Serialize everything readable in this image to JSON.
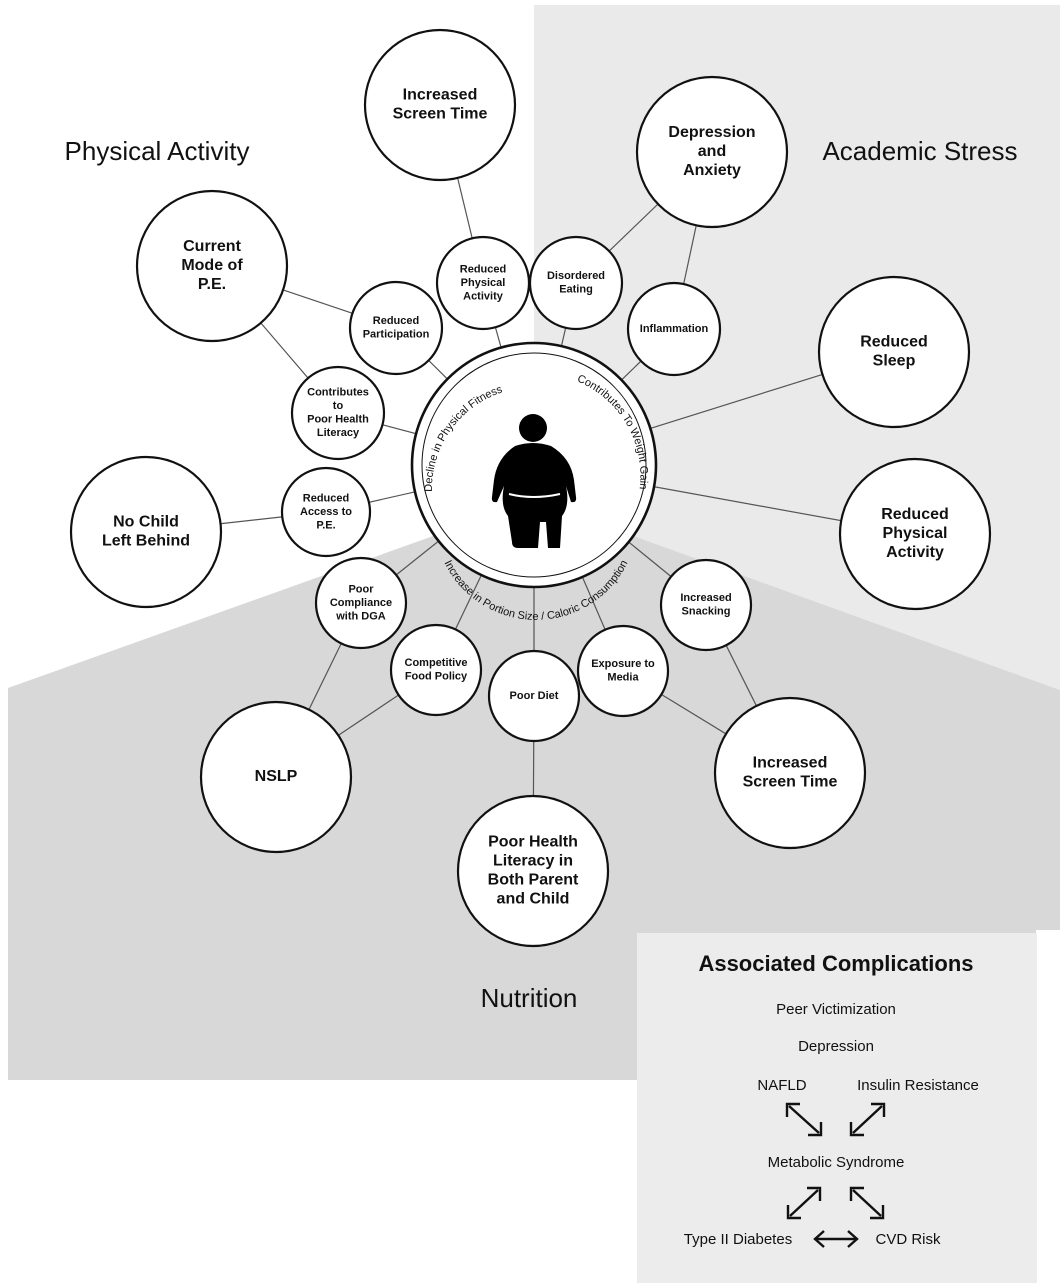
{
  "regions": {
    "physical_activity": "Physical Activity",
    "academic_stress": "Academic Stress",
    "nutrition": "Nutrition"
  },
  "center": {
    "icon": "obese-child-icon",
    "ring_top_left": "Decline in Physical Fitness",
    "ring_top_right": "Contributes To Weight Gain",
    "ring_bottom": "Increase in Portion Size / Caloric Consumption"
  },
  "nodes": [
    {
      "id": "current-mode-pe",
      "lines": [
        "Current",
        "Mode of",
        "P.E."
      ]
    },
    {
      "id": "increased-screen-time-top",
      "lines": [
        "Increased",
        "Screen Time"
      ]
    },
    {
      "id": "no-child-left-behind",
      "lines": [
        "No Child",
        "Left Behind"
      ]
    },
    {
      "id": "reduced-participation",
      "lines": [
        "Reduced",
        "Participation"
      ]
    },
    {
      "id": "reduced-physical-activity-small",
      "lines": [
        "Reduced",
        "Physical",
        "Activity"
      ]
    },
    {
      "id": "contributes-poor-health-literacy",
      "lines": [
        "Contributes",
        "to",
        "Poor Health",
        "Literacy"
      ]
    },
    {
      "id": "reduced-access-pe",
      "lines": [
        "Reduced",
        "Access to",
        "P.E."
      ]
    },
    {
      "id": "depression-anxiety",
      "lines": [
        "Depression",
        "and",
        "Anxiety"
      ]
    },
    {
      "id": "reduced-sleep",
      "lines": [
        "Reduced",
        "Sleep"
      ]
    },
    {
      "id": "reduced-physical-activity-big",
      "lines": [
        "Reduced",
        "Physical",
        "Activity"
      ]
    },
    {
      "id": "disordered-eating",
      "lines": [
        "Disordered",
        "Eating"
      ]
    },
    {
      "id": "inflammation",
      "lines": [
        "Inflammation"
      ]
    },
    {
      "id": "nslp",
      "lines": [
        "NSLP"
      ]
    },
    {
      "id": "poor-health-literacy-parent-child",
      "lines": [
        "Poor Health",
        "Literacy in",
        "Both Parent",
        "and Child"
      ]
    },
    {
      "id": "increased-screen-time-bottom",
      "lines": [
        "Increased",
        "Screen Time"
      ]
    },
    {
      "id": "poor-compliance-dga",
      "lines": [
        "Poor",
        "Compliance",
        "with DGA"
      ]
    },
    {
      "id": "competitive-food-policy",
      "lines": [
        "Competitive",
        "Food Policy"
      ]
    },
    {
      "id": "poor-diet",
      "lines": [
        "Poor Diet"
      ]
    },
    {
      "id": "exposure-to-media",
      "lines": [
        "Exposure to",
        "Media"
      ]
    },
    {
      "id": "increased-snacking",
      "lines": [
        "Increased",
        "Snacking"
      ]
    }
  ],
  "edges": [
    [
      "current-mode-pe",
      "reduced-participation"
    ],
    [
      "current-mode-pe",
      "contributes-poor-health-literacy"
    ],
    [
      "increased-screen-time-top",
      "reduced-physical-activity-small"
    ],
    [
      "no-child-left-behind",
      "reduced-access-pe"
    ],
    [
      "reduced-participation",
      "center"
    ],
    [
      "reduced-physical-activity-small",
      "center"
    ],
    [
      "contributes-poor-health-literacy",
      "center"
    ],
    [
      "reduced-access-pe",
      "center"
    ],
    [
      "depression-anxiety",
      "disordered-eating"
    ],
    [
      "depression-anxiety",
      "inflammation"
    ],
    [
      "disordered-eating",
      "center"
    ],
    [
      "inflammation",
      "center"
    ],
    [
      "reduced-sleep",
      "center"
    ],
    [
      "reduced-physical-activity-big",
      "center"
    ],
    [
      "nslp",
      "poor-compliance-dga"
    ],
    [
      "nslp",
      "competitive-food-policy"
    ],
    [
      "poor-compliance-dga",
      "center"
    ],
    [
      "competitive-food-policy",
      "center"
    ],
    [
      "poor-diet",
      "center"
    ],
    [
      "poor-diet",
      "poor-health-literacy-parent-child"
    ],
    [
      "exposure-to-media",
      "center"
    ],
    [
      "exposure-to-media",
      "increased-screen-time-bottom"
    ],
    [
      "increased-snacking",
      "center"
    ],
    [
      "increased-snacking",
      "increased-screen-time-bottom"
    ]
  ],
  "complications": {
    "title": "Associated Complications",
    "peer_victimization": "Peer Victimization",
    "depression": "Depression",
    "nafld": "NAFLD",
    "insulin_resistance": "Insulin Resistance",
    "metabolic_syndrome": "Metabolic Syndrome",
    "type2_diabetes": "Type II Diabetes",
    "cvd_risk": "CVD Risk"
  },
  "colors": {
    "region_light": "#eaeaea",
    "region_dark": "#d8d8d8",
    "node_fill": "#ffffff",
    "stroke": "#111111"
  }
}
